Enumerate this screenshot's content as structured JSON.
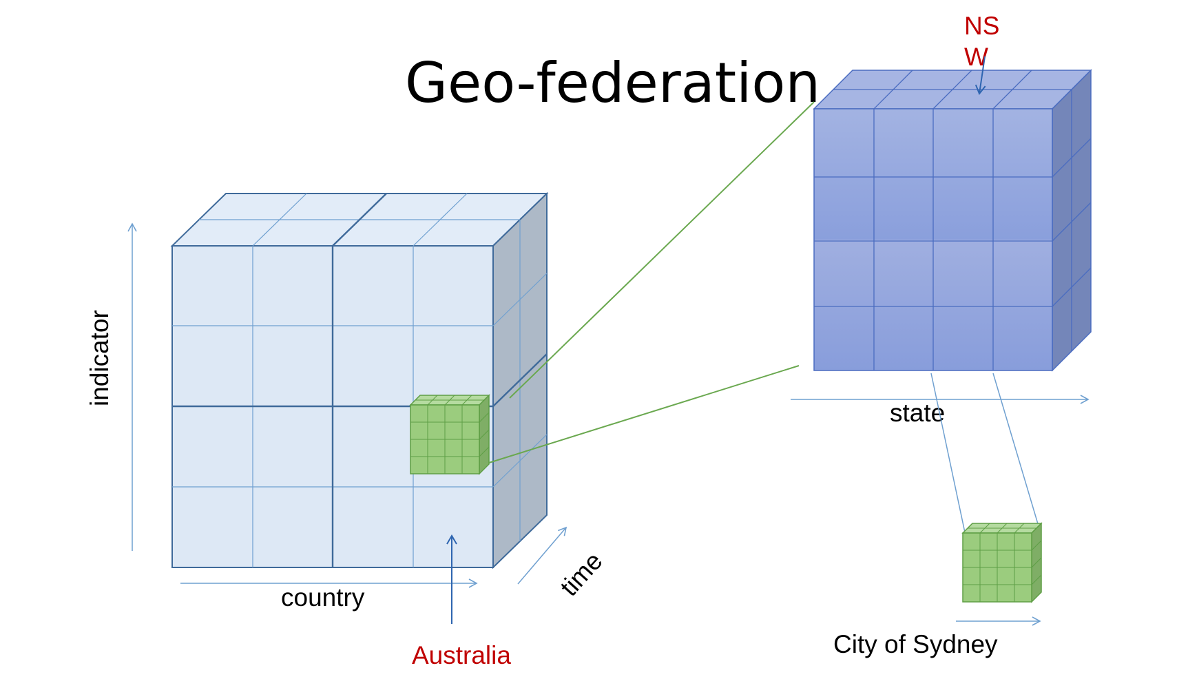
{
  "title": "Geo-federation",
  "labels": {
    "indicator": "indicator",
    "country": "country",
    "time": "time",
    "australia": "Australia",
    "state": "state",
    "nsw_line1": "NS",
    "nsw_line2": "W",
    "city": "City of Sydney"
  },
  "colors": {
    "big_cube_front": "#dde8f5",
    "big_cube_side": "#adb9c7",
    "big_cube_edge": "#3f6a9a",
    "state_cube_front": "#8fa3dd",
    "state_cube_side": "#6f82b8",
    "small_cube": "#9bcc7e",
    "small_cube_edge": "#5e9e45",
    "connector": "#6aa84f",
    "arrow": "#6fa0d0",
    "highlight_text": "#c00000"
  }
}
